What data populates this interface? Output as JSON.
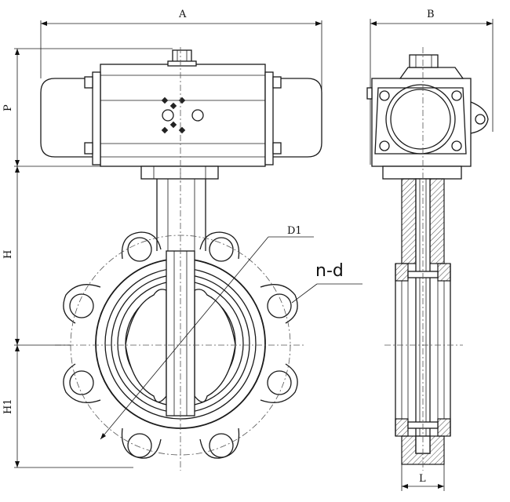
{
  "labels": {
    "A": "A",
    "B": "B",
    "P": "P",
    "H": "H",
    "H1": "H1",
    "D1": "D1",
    "nd": "n-d",
    "L": "L"
  }
}
